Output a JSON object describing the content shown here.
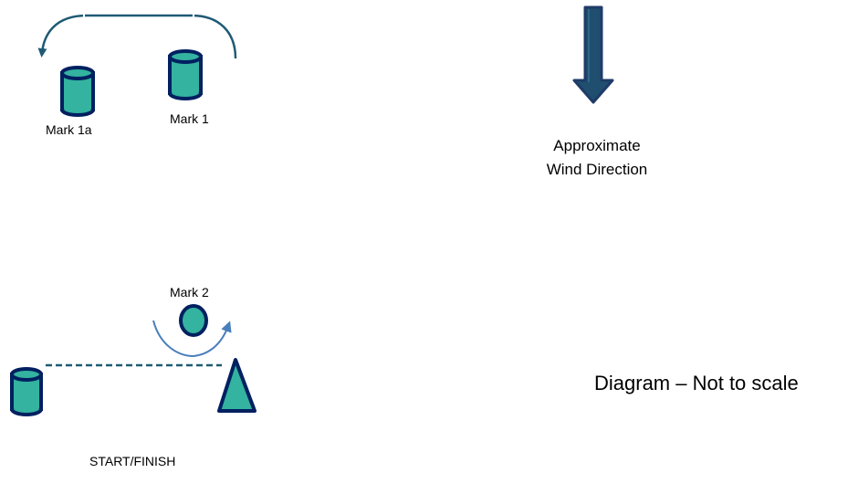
{
  "labels": {
    "mark1a": "Mark 1a",
    "mark1": "Mark 1",
    "mark2": "Mark 2",
    "wind_line1": "Approximate",
    "wind_line2": "Wind Direction",
    "scale_note": "Diagram – Not to scale",
    "start_finish": "START/FINISH"
  },
  "colors": {
    "buoy_fill": "#33b3a0",
    "buoy_outline": "#002060",
    "course_arrow": "#1f5a74",
    "rounding_arrow": "#4a7ebb",
    "wind_arrow_fill": "#1f4e6e",
    "wind_arrow_outline": "#1f3b68"
  },
  "icons": {
    "mark1a": "cylinder-buoy-icon",
    "mark1": "cylinder-buoy-icon",
    "mark2": "round-buoy-icon",
    "pin": "cylinder-buoy-icon",
    "committee": "cone-buoy-icon",
    "wind": "down-arrow-icon"
  }
}
